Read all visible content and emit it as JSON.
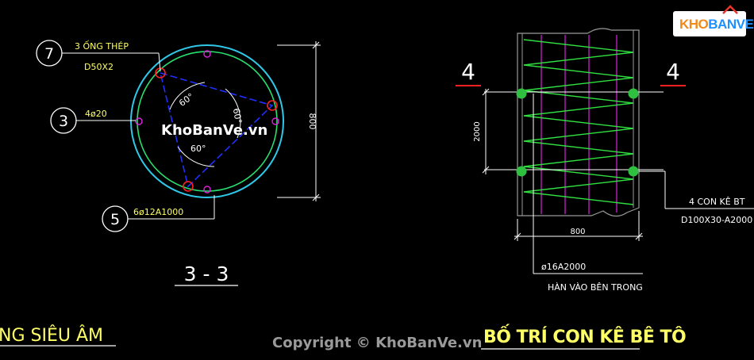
{
  "watermark": {
    "logo_left": "KHO",
    "logo_right": "BANVE",
    "center_text": "KhoBanVe.vn",
    "copyright": "Copyright © KhoBanVe.vn"
  },
  "section_left": {
    "callout_7_number": "7",
    "callout_7_line1": "3 ỐNG THÉP",
    "callout_7_line2": "D50X2",
    "callout_3_number": "3",
    "callout_3_label": "4ø20",
    "callout_5_number": "5",
    "callout_5_label": "6ø12A1000",
    "angle_1": "60°",
    "angle_2": "60°",
    "angle_3": "60°",
    "dimension_diameter": "800",
    "section_title": "3 - 3",
    "partial_heading": "NG SIÊU ÂM"
  },
  "elevation_right": {
    "section_mark_left": "4",
    "section_mark_right": "4",
    "dimension_spacing": "2000",
    "dimension_width": "800",
    "note_spacer_line1": "4 CON KÊ BT",
    "note_spacer_line2": "D100X30-A2000",
    "note_spiral_line1": "ø16A2000",
    "note_spiral_line2": "HÀN VÀO BÊN TRONG",
    "partial_heading": "BỐ TRÍ CON KÊ BÊ TÔ"
  },
  "colors": {
    "background": "#000000",
    "outer_ring": "#30c8e8",
    "inner_ring": "#28e070",
    "rebar": "#e020e0",
    "tie": "#2030ff",
    "pipe": "#ff2020",
    "spiral": "#30e040",
    "text": "#ffffff",
    "callout_text": "#ffff66",
    "section_red": "#ff2020"
  }
}
